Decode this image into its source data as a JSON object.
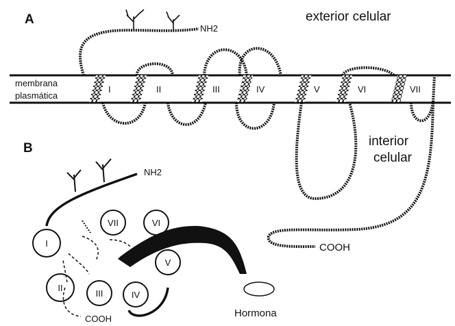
{
  "panels": {
    "a": "A",
    "b": "B"
  },
  "labels": {
    "exterior": "exterior celular",
    "interior_1": "interior",
    "interior_2": "celular",
    "membrane_1": "membrana",
    "membrane_2": "plasmática",
    "nh2_top": "NH2",
    "nh2_bottom": "NH2",
    "cooh_top": "COOH",
    "cooh_bottom": "COOH",
    "hormone": "Hormona"
  },
  "helices_a": [
    "I",
    "II",
    "III",
    "IV",
    "V",
    "VI",
    "VII"
  ],
  "helices_b": [
    "I",
    "II",
    "III",
    "IV",
    "V",
    "VI",
    "VII"
  ],
  "colors": {
    "line": "#111111",
    "fill": "#ffffff"
  }
}
